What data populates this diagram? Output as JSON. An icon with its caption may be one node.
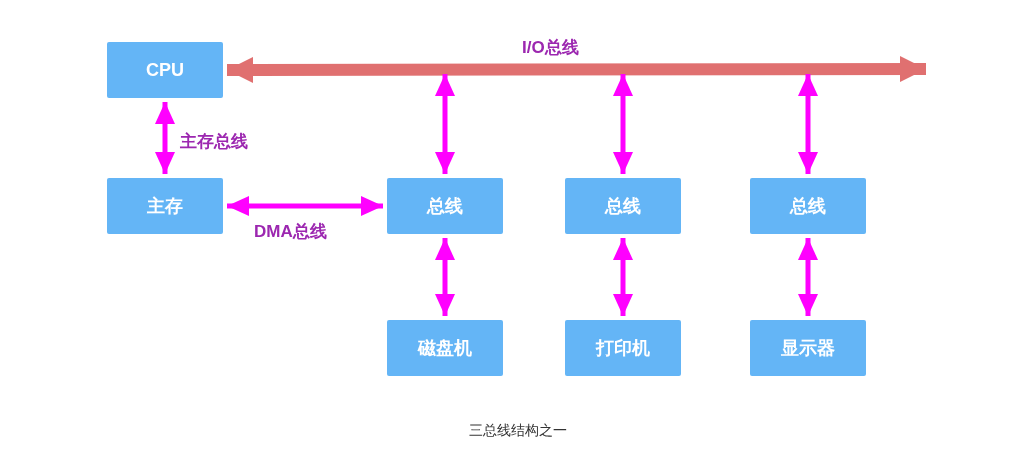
{
  "diagram": {
    "caption": "三总线结构之一",
    "nodes": [
      {
        "text": [
          "CPU"
        ]
      },
      {
        "text": [
          "主存"
        ]
      },
      {
        "text": [
          "总线"
        ]
      },
      {
        "text": [
          "总线"
        ]
      },
      {
        "text": [
          "总线"
        ]
      },
      {
        "text": [
          "磁盘机"
        ]
      },
      {
        "text": [
          "打印机"
        ]
      },
      {
        "text": [
          "显示器"
        ]
      }
    ],
    "edges": [
      {
        "from": 0,
        "to": null,
        "arrow": "both",
        "label": "I/O总线",
        "style": "thick",
        "color": "#e07070"
      },
      {
        "from": 0,
        "to": 1,
        "arrow": "both",
        "label": "主存总线"
      },
      {
        "from": 1,
        "to": 2,
        "arrow": "both",
        "label": "DMA总线"
      },
      {
        "from": null,
        "to": 2,
        "arrow": "both"
      },
      {
        "from": null,
        "to": 3,
        "arrow": "both"
      },
      {
        "from": null,
        "to": 4,
        "arrow": "both"
      },
      {
        "from": 2,
        "to": 5,
        "arrow": "both"
      },
      {
        "from": 3,
        "to": 6,
        "arrow": "both"
      },
      {
        "from": 4,
        "to": 7,
        "arrow": "both"
      }
    ]
  }
}
